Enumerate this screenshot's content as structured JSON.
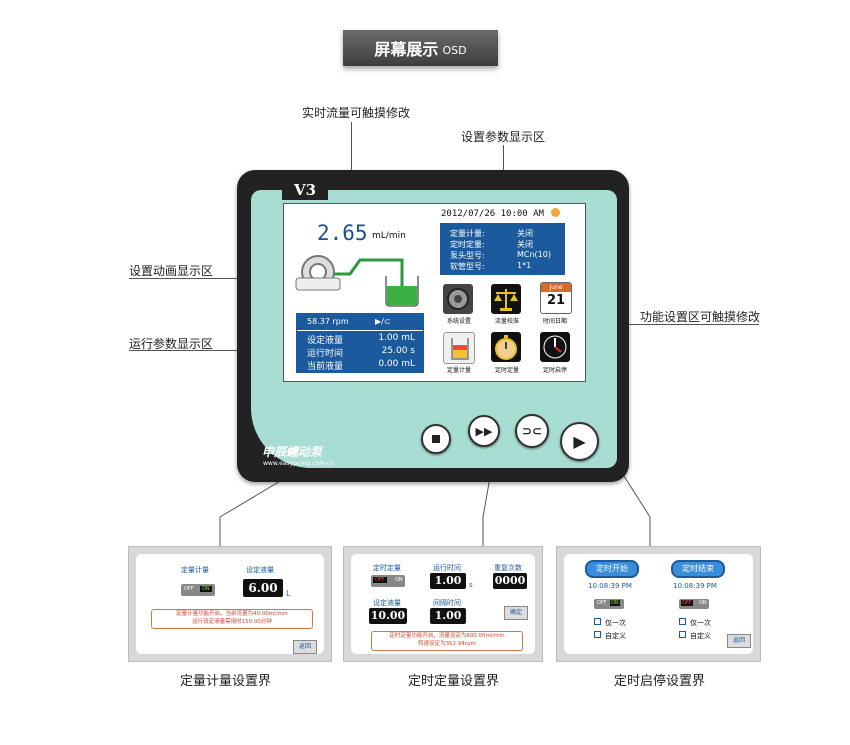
{
  "header": {
    "title": "屏幕展示",
    "suffix": "OSD"
  },
  "callouts": {
    "flow_touch": "实时流量可触摸修改",
    "param_area": "设置参数显示区",
    "anim_area": "设置动画显示区",
    "func_area": "功能设置区可触摸修改",
    "run_area": "运行参数显示区"
  },
  "device": {
    "model": "V3",
    "flow_value": "2.65",
    "flow_unit": "mL/min",
    "datetime": "2012/07/26 10:00 AM",
    "settings": [
      {
        "label": "定量计量:",
        "value": "关闭"
      },
      {
        "label": "定时定量:",
        "value": "关闭"
      },
      {
        "label": "泵头型号:",
        "value": "MCn(10)"
      },
      {
        "label": "软管型号:",
        "value": "1*1"
      }
    ],
    "run_header": {
      "speed": "58.37 rpm",
      "mode": "▶/⊂"
    },
    "run_params": [
      {
        "label": "设定液量",
        "value": "1.00 mL"
      },
      {
        "label": "运行时间",
        "value": "25.00 s"
      },
      {
        "label": "当前液量",
        "value": "0.00 mL"
      }
    ],
    "functions": [
      "系统设置",
      "流量校准",
      "时间日期",
      "定量计量",
      "定时定量",
      "定时启停"
    ],
    "calendar_month": "June",
    "calendar_day": "21",
    "brand": "申辰蠕动泵",
    "url": "www.easypump.com.cn"
  },
  "panel1": {
    "caption": "定量计量设置界",
    "title1": "定量计量",
    "title2": "设定液量",
    "off": "OFF",
    "on": "ON",
    "value": "6.00",
    "unit": "L",
    "note1": "定量计量功能开启，当前流量为40.00ml/min",
    "note2": "运行设定液量需用时150.00分钟",
    "back": "返回"
  },
  "panel2": {
    "caption": "定时定量设置界",
    "l_title": "定时定量",
    "l_runtime": "运行时间",
    "l_repeat": "重复次数",
    "l_volume": "设定液量",
    "l_interval": "间隔时间",
    "off": "OFF",
    "on": "ON",
    "runtime": "1.00",
    "runtime_unit": "s",
    "repeat": "0000",
    "volume": "10.00",
    "interval": "1.00",
    "confirm": "确定",
    "note1": "定时定量功能开启，流量设定为600.00ml/min",
    "note2": "转速设定为352.94rpm"
  },
  "panel3": {
    "caption": "定时启停设置界",
    "start": "定时开始",
    "end": "定时结束",
    "start_time": "10:08:39 PM",
    "end_time": "10:08:39 PM",
    "off": "OFF",
    "on": "ON",
    "once": "仅一次",
    "custom": "自定义",
    "back": "返回"
  }
}
